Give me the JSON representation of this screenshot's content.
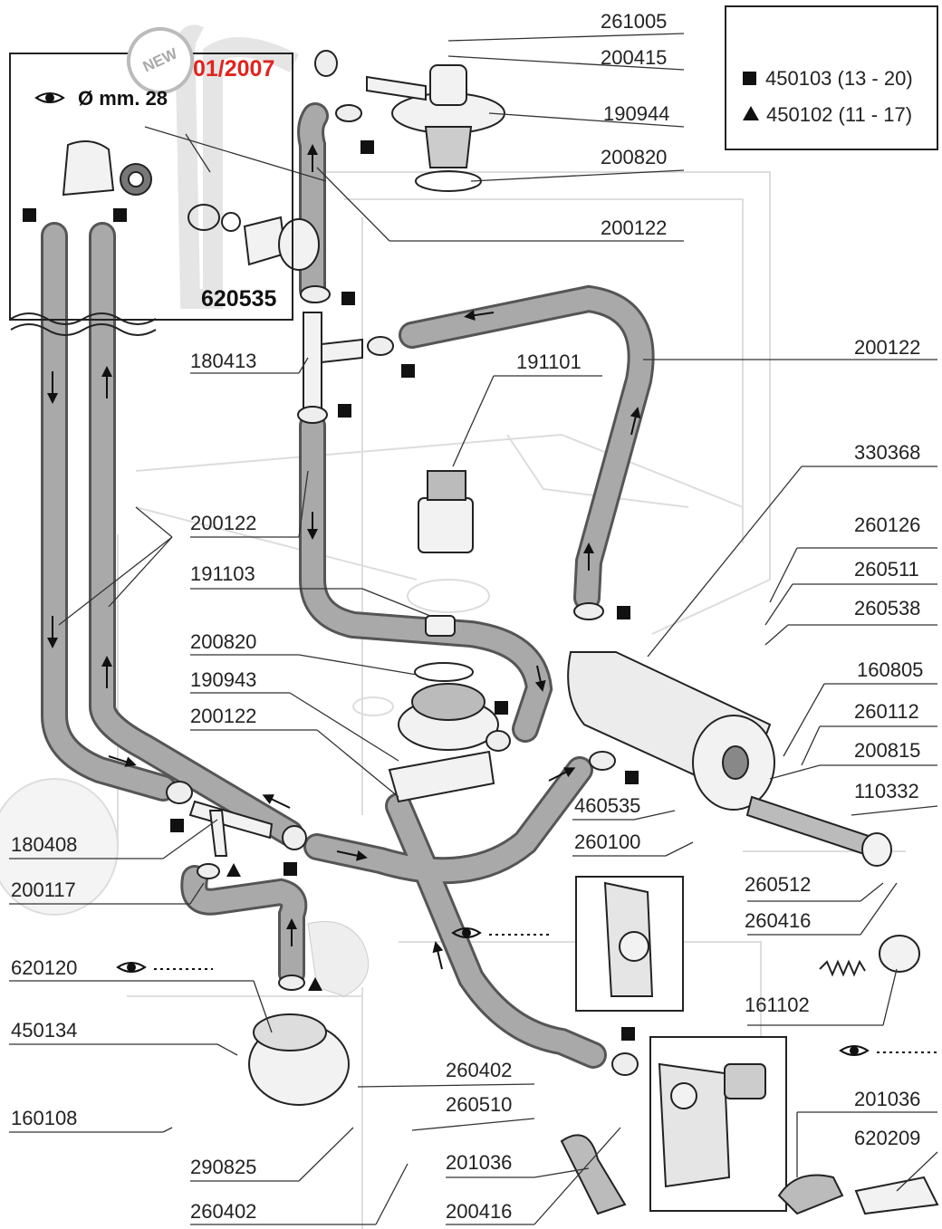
{
  "badge": "NEW",
  "inset": {
    "date": "01/2007",
    "diameter": "Ø mm. 28",
    "part": "620535"
  },
  "legend": {
    "square_item": "450103 (13 - 20)",
    "triangle_item": "450102 (11 - 17)"
  },
  "labels_right": [
    "261005",
    "200415",
    "190944",
    "200820",
    "200122",
    "200122",
    "330368",
    "260126",
    "260511",
    "260538",
    "160805",
    "260112",
    "200815",
    "110332",
    "260512",
    "260416",
    "161102",
    "201036",
    "620209"
  ],
  "labels_mid": [
    "191101",
    "460535",
    "260100",
    "260402",
    "260510",
    "201036",
    "200416"
  ],
  "labels_left": [
    "180413",
    "200122",
    "191103",
    "200820",
    "190943",
    "200122",
    "180408",
    "200117",
    "620120",
    "450134",
    "160108",
    "290825",
    "260402"
  ],
  "dots": "........"
}
